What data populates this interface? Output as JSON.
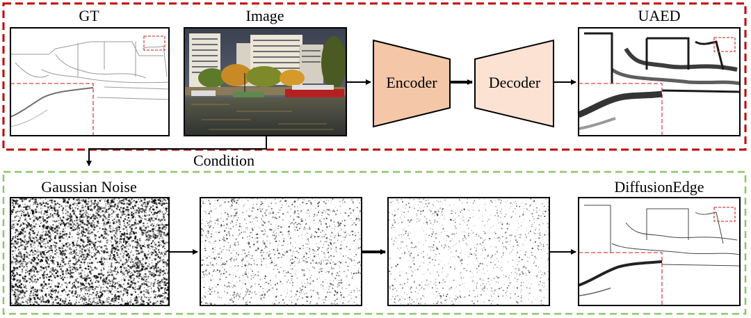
{
  "top_group": {
    "labels": {
      "gt": "GT",
      "image": "Image",
      "uaed": "UAED"
    },
    "encoder_label": "Encoder",
    "decoder_label": "Decoder",
    "border_color": "#c00000",
    "encoder_fill": "#f4c7a8",
    "decoder_fill": "#fbe2d3"
  },
  "condition_label": "Condition",
  "bottom_group": {
    "labels": {
      "noise": "Gaussian Noise",
      "diffusionedge": "DiffusionEdge"
    },
    "border_color": "#8ec46a"
  },
  "zoom_box_color": "#e04040"
}
